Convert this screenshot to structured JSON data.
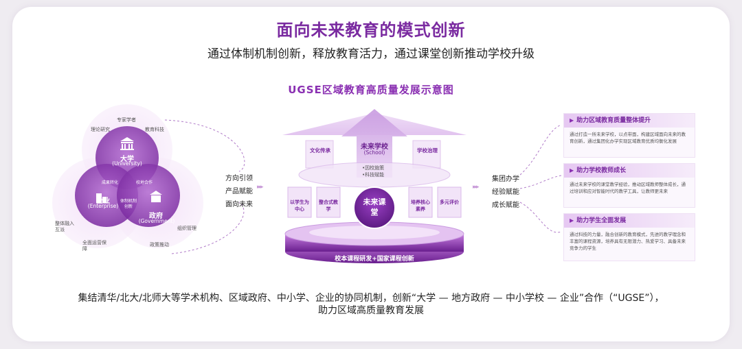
{
  "title": "面向未来教育的模式创新",
  "subtitle": "通过体制机制创新，释放教育活力，通过课堂创新推动学校升级",
  "diagram_title": "UGSE区域教育高质量发展示意图",
  "venn": {
    "university": {
      "name": "大学",
      "en": "(University)"
    },
    "enterprise": {
      "name": "企业",
      "en": "(Enterprise)"
    },
    "government": {
      "name": "政府",
      "en": "(Government)"
    },
    "overlap_ue": "成果转化",
    "overlap_ug": "校地合作",
    "center": "体制机制创新",
    "outer": {
      "expert": "专家学者",
      "theory": "理论研究",
      "edu_tech": "教育科技",
      "social": "整体融入互派",
      "operation": "全面运营保障",
      "policy": "政策推动",
      "org": "组织管理"
    }
  },
  "left_arrow_labels": [
    "方向引领",
    "产品赋能",
    "面向未来"
  ],
  "stage": {
    "pillar_left": "文化传承",
    "pillar_right": "学校治理",
    "school_name": "未来学校",
    "school_en": "(School)",
    "school_items": [
      "•因校施策",
      "•科技赋能"
    ],
    "box1": "以学生为中心",
    "box2": "整合式教学",
    "box3": "培养核心素养",
    "box4": "多元评价",
    "center_circle": "未来课堂",
    "base": "校本课程研发+国家课程创新"
  },
  "right_arrow_labels": [
    "集团办学",
    "经验赋能",
    "成长赋能"
  ],
  "panels": [
    {
      "title": "助力区域教育质量整体提升",
      "body": "通过打造一所未来学校，以点带面，构建区域面向未来的教育创新，通过集团化办学实现区域教育优质均衡化发展"
    },
    {
      "title": "助力学校教师成长",
      "body": "通过未来学校的课堂教学经验，推动区域教师整体成长，通过培训和应对智能时代的教学工具，让教师更未来"
    },
    {
      "title": "助力学生全面发展",
      "body": "通过科技的力量，融合创新的教育模式，先进的教学理念和丰富的课程资源，培养具有无限潜力、热爱学习、具备未来竞争力的学生"
    }
  ],
  "bottom_line1": "集结清华/北大/北师大等学术机构、区域政府、中小学、企业的协同机制，创新“大学 — 地方政府 — 中小学校 — 企业”合作（“UGSE”），",
  "bottom_line2": "助力区域高质量教育发展",
  "colors": {
    "accent": "#8a2fb2",
    "purple_dark": "#6a1f8f",
    "purple_light": "#e9d3f3"
  }
}
